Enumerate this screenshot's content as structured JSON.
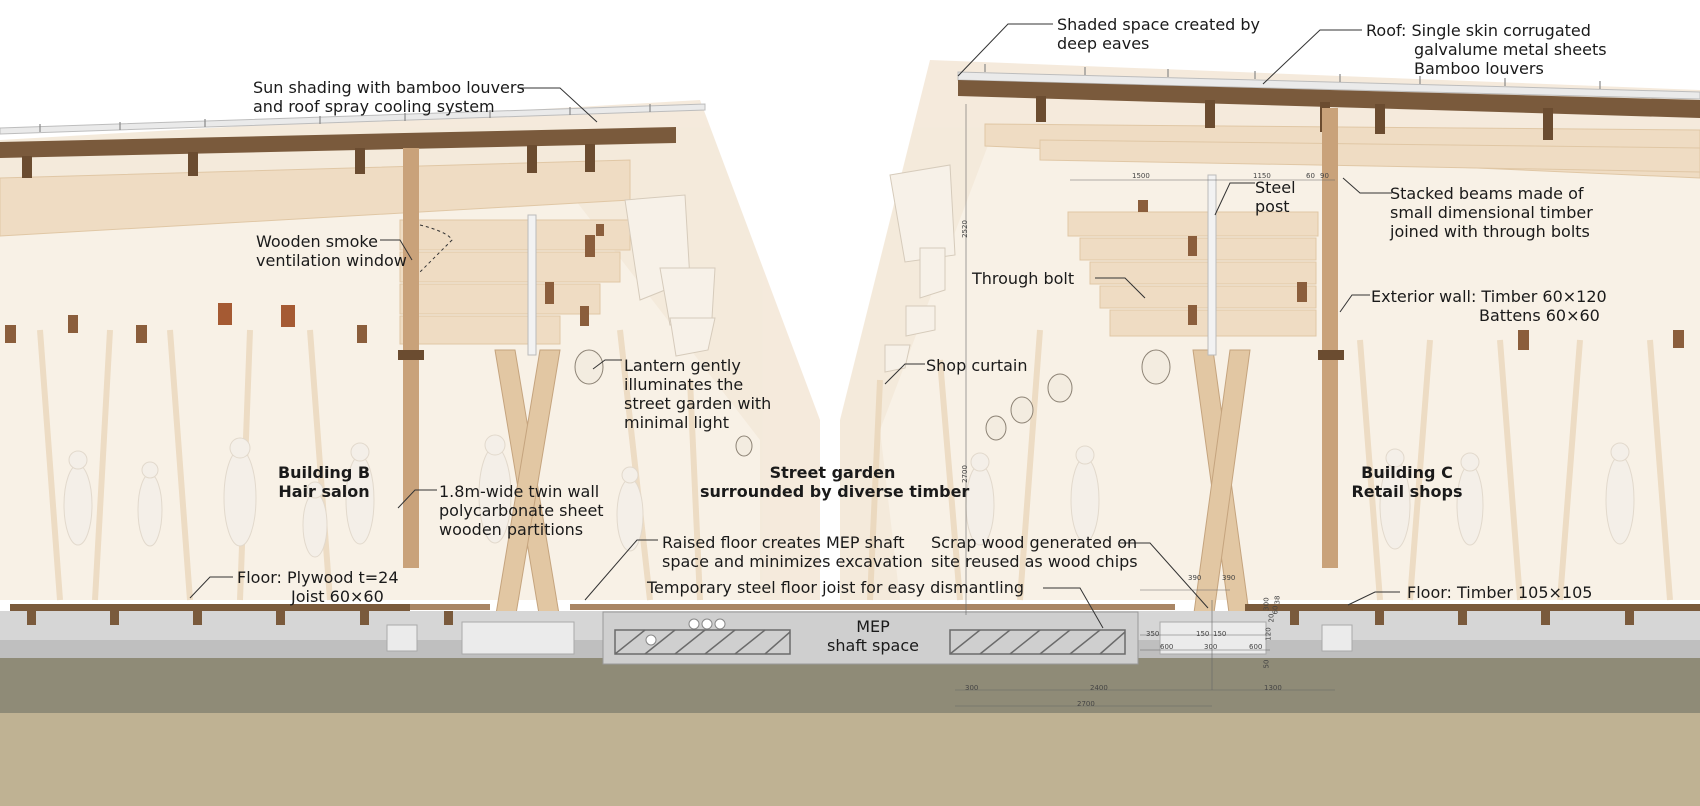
{
  "colors": {
    "timber_dark": "#7a5a3c",
    "timber_light": "#e9d3b6",
    "ground_dark": "#8f8b77",
    "ground_light": "#bfb293",
    "concrete": "#c9c9c9",
    "background": "#ffffff"
  },
  "annotations": {
    "sun_shading": [
      "Sun shading with bamboo louvers",
      "and roof spray cooling system"
    ],
    "shaded_space": [
      "Shaded space created by",
      "deep eaves"
    ],
    "roof": [
      "Roof: Single skin corrugated",
      "galvalume metal sheets",
      "Bamboo louvers"
    ],
    "smoke_window": [
      "Wooden smoke",
      "ventilation window"
    ],
    "steel_post": [
      "Steel",
      "post"
    ],
    "stacked_beams": [
      "Stacked beams made of",
      "small dimensional timber",
      "joined with through bolts"
    ],
    "through_bolt": "Through bolt",
    "exterior_wall": [
      "Exterior wall: Timber 60×120",
      "Battens 60×60"
    ],
    "lantern": [
      "Lantern gently",
      "illuminates the",
      "street garden with",
      "minimal light"
    ],
    "shop_curtain": "Shop curtain",
    "polycarbonate": [
      "1.8m-wide twin wall",
      "polycarbonate sheet",
      "wooden partitions"
    ],
    "raised_floor": [
      "Raised floor creates MEP shaft",
      "space and minimizes excavation"
    ],
    "scrap_wood": [
      "Scrap wood generated on",
      "site reused as wood chips"
    ],
    "temp_joist": "Temporary steel floor joist for easy dismantling",
    "floor_left": [
      "Floor: Plywood t=24",
      "Joist 60×60"
    ],
    "floor_right": "Floor: Timber 105×105"
  },
  "titles": {
    "building_b": [
      "Building B",
      "Hair salon"
    ],
    "street_garden": [
      "Street garden",
      "surrounded by diverse timber"
    ],
    "building_c": [
      "Building C",
      "Retail shops"
    ],
    "mep": [
      "MEP",
      "shaft space"
    ]
  },
  "dimensions": {
    "d1500": "1500",
    "d1150": "1150",
    "d60": "60",
    "d90": "90",
    "d2520": "2520",
    "d2700v": "2700",
    "d390a": "390",
    "d390b": "390",
    "d350": "350",
    "d150a": "150",
    "d150b": "150",
    "d600a": "600",
    "d300": "300",
    "d600b": "600",
    "d300v": "300",
    "d120": "120",
    "d20": "20",
    "d60v": "60",
    "d38": "38",
    "d50": "50",
    "d300b": "300",
    "d2400": "2400",
    "d1300": "1300",
    "d2700": "2700"
  }
}
